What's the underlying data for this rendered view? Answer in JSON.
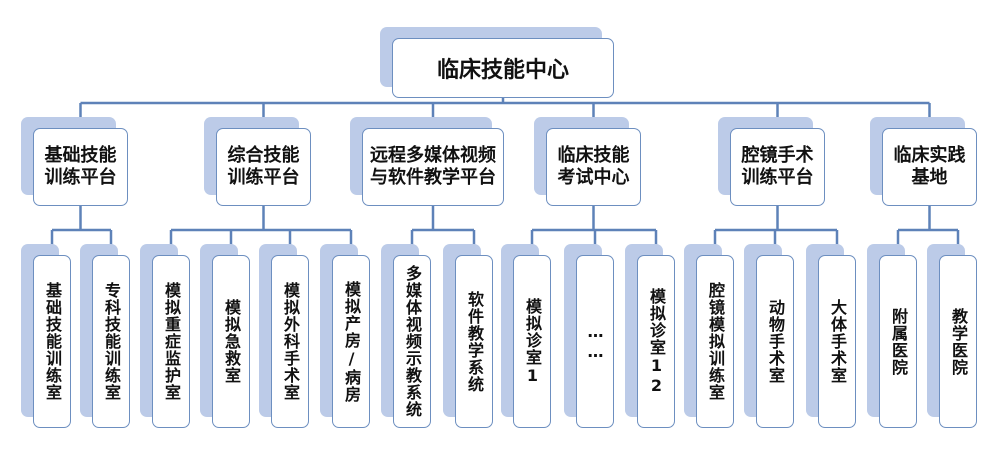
{
  "root": {
    "label": "临床技能中心"
  },
  "categories": [
    {
      "label": "基础技能训练平台",
      "leaves": [
        "基础技能训练室",
        "专科技能训练室"
      ]
    },
    {
      "label": "综合技能训练平台",
      "leaves": [
        "模拟重症监护室",
        "模拟急救室",
        "模拟外科手术室",
        "模拟产房/病房"
      ]
    },
    {
      "label": "远程多媒体视频与软件教学平台",
      "leaves": [
        "多媒体视频示教系统",
        "软件教学系统"
      ]
    },
    {
      "label": "临床技能考试中心",
      "leaves": [
        "模拟诊室1",
        "……",
        "模拟诊室12"
      ]
    },
    {
      "label": "腔镜手术训练平台",
      "leaves": [
        "腔镜模拟训练室",
        "动物手术室",
        "大体手术室"
      ]
    },
    {
      "label": "临床实践基地",
      "leaves": [
        "附属医院",
        "教学医院"
      ]
    }
  ],
  "colors": {
    "box_border": "#6d8fc0",
    "box_shadow": "#bccbe8",
    "connector": "#5e82b8"
  }
}
